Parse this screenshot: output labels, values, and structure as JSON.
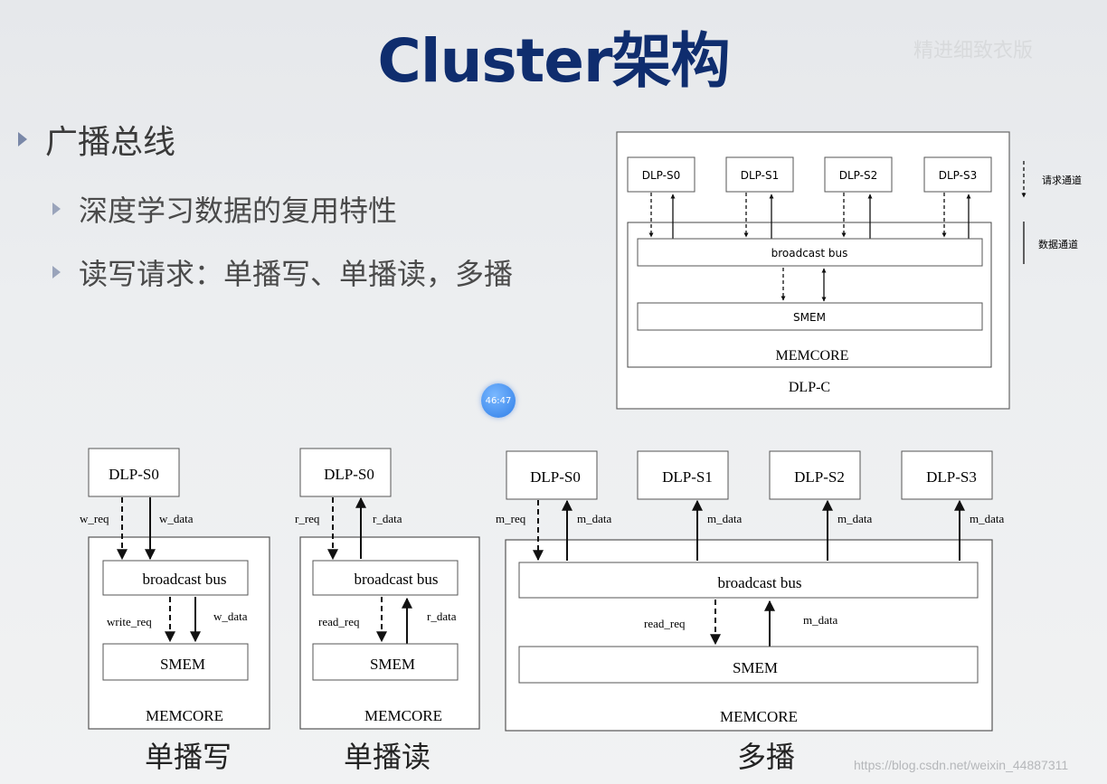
{
  "title": "Cluster架构",
  "bullets": {
    "main": "广播总线",
    "sub1": "深度学习数据的复用特性",
    "sub2": "读写请求：单播写、单播读，多播"
  },
  "badge": "46:47",
  "faded_text": "精进细致衣版",
  "watermark": "https://blog.csdn.net/weixin_44887311",
  "top_diagram": {
    "nodes": [
      "DLP-S0",
      "DLP-S1",
      "DLP-S2",
      "DLP-S3"
    ],
    "bus": "broadcast bus",
    "smem": "SMEM",
    "memcore": "MEMCORE",
    "container": "DLP-C",
    "legend_request": "请求通道",
    "legend_data": "数据通道"
  },
  "write_diagram": {
    "node": "DLP-S0",
    "req": "w_req",
    "data": "w_data",
    "bus": "broadcast bus",
    "inner_req": "write_req",
    "inner_data": "w_data",
    "smem": "SMEM",
    "memcore": "MEMCORE",
    "caption": "单播写"
  },
  "read_diagram": {
    "node": "DLP-S0",
    "req": "r_req",
    "data": "r_data",
    "bus": "broadcast bus",
    "inner_req": "read_req",
    "inner_data": "r_data",
    "smem": "SMEM",
    "memcore": "MEMCORE",
    "caption": "单播读"
  },
  "multi_diagram": {
    "nodes": [
      "DLP-S0",
      "DLP-S1",
      "DLP-S2",
      "DLP-S3"
    ],
    "req": "m_req",
    "data": "m_data",
    "bus": "broadcast bus",
    "inner_req": "read_req",
    "inner_data": "m_data",
    "smem": "SMEM",
    "memcore": "MEMCORE",
    "caption": "多播"
  }
}
